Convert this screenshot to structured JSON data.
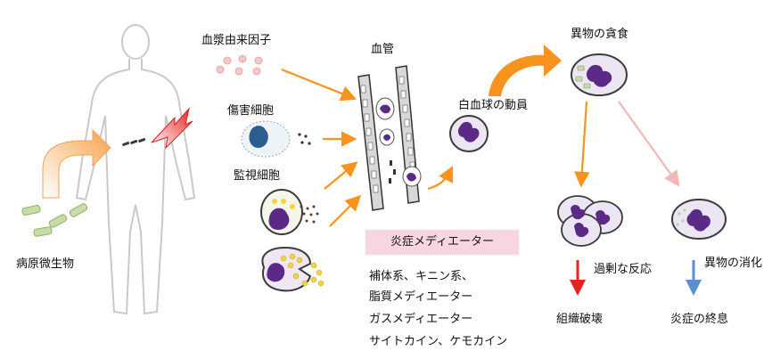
{
  "labels": {
    "plasma_factors": "血漿由来因子",
    "injured_cells": "傷害細胞",
    "surveillance_cells": "監視細胞",
    "blood_vessel": "血管",
    "leukocyte_mobilization": "白血球の動員",
    "phagocytosis": "異物の貪食",
    "pathogen": "病原微生物",
    "excessive_reaction": "過剰な反応",
    "tissue_destruction": "組織破壊",
    "digestion": "異物の消化",
    "resolution": "炎症の終息"
  },
  "mediators": {
    "header": "炎症メディエーター",
    "items": [
      "補体系、キニン系、",
      "脂質メディエーター",
      "ガスメディエーター",
      "サイトカイン、ケモカイン"
    ]
  },
  "colors": {
    "arrow_orange": "#f7931e",
    "arrow_pink": "#f4b6b6",
    "arrow_red": "#e8201e",
    "arrow_blue": "#5b8fd0",
    "cell_purple": "#5a2a86",
    "cell_lavender": "#ece6f4",
    "bacteria_green": "#c8dca8",
    "banner_pink": "#f7d6df"
  }
}
